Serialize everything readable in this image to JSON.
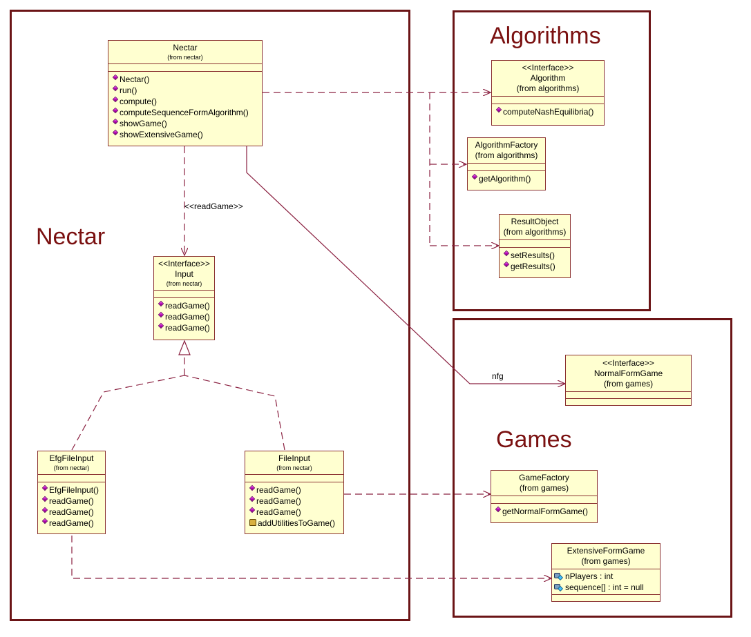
{
  "packages": {
    "nectar": {
      "title": "Nectar"
    },
    "algorithms": {
      "title": "Algorithms"
    },
    "games": {
      "title": "Games"
    }
  },
  "classes": {
    "nectar": {
      "name": "Nectar",
      "from": "(from nectar)",
      "ops": [
        "Nectar()",
        "run()",
        "compute()",
        "computeSequenceFormAlgorithm()",
        "showGame()",
        "showExtensiveGame()"
      ]
    },
    "input": {
      "stereotype": "<<Interface>>",
      "name": "Input",
      "from": "(from nectar)",
      "ops": [
        "readGame()",
        "readGame()",
        "readGame()"
      ]
    },
    "efgfileinput": {
      "name": "EfgFileInput",
      "from": "(from nectar)",
      "ops": [
        "EfgFileInput()",
        "readGame()",
        "readGame()",
        "readGame()"
      ]
    },
    "fileinput": {
      "name": "FileInput",
      "from": "(from nectar)",
      "ops": [
        "readGame()",
        "readGame()",
        "readGame()",
        "addUtilitiesToGame()"
      ]
    },
    "algorithm": {
      "stereotype": "<<Interface>>",
      "name": "Algorithm",
      "from": "(from algorithms)",
      "ops": [
        "computeNashEquilibria()"
      ]
    },
    "algorithmfactory": {
      "name": "AlgorithmFactory",
      "from": "(from algorithms)",
      "ops": [
        "getAlgorithm()"
      ]
    },
    "resultobject": {
      "name": "ResultObject",
      "from": "(from algorithms)",
      "ops": [
        "setResults()",
        "getResults()"
      ]
    },
    "normalformgame": {
      "stereotype": "<<Interface>>",
      "name": "NormalFormGame",
      "from": "(from games)"
    },
    "gamefactory": {
      "name": "GameFactory",
      "from": "(from games)",
      "ops": [
        "getNormalFormGame()"
      ]
    },
    "extensiveformgame": {
      "name": "ExtensiveFormGame",
      "from": "(from games)",
      "attrs": [
        "nPlayers : int",
        "sequence[] : int = null"
      ]
    }
  },
  "labels": {
    "readgame": "<<readGame>>",
    "nfg": "nfg"
  },
  "icons": {
    "public_method": "public-method-icon",
    "protected_method": "protected-method-icon",
    "attribute": "attribute-icon"
  },
  "colors": {
    "package_border": "#6b1416",
    "package_title": "#7a1010",
    "class_fill": "#ffffd0",
    "class_border": "#8a3030",
    "connector": "#8a2040"
  }
}
